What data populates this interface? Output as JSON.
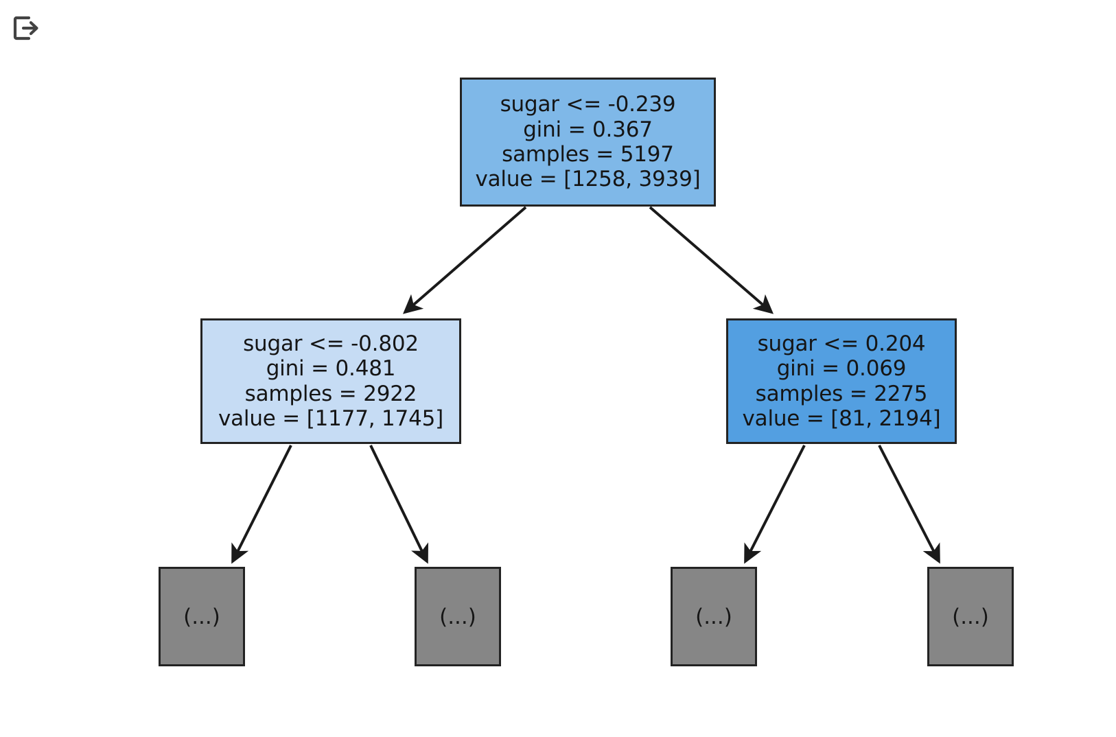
{
  "toolbar": {
    "export_icon_name": "export-icon",
    "export_icon_title": "Export"
  },
  "colors": {
    "background": "#ffffff",
    "edge": "#1a1a1a",
    "node_border": "#232323",
    "root_fill": "#7fb8e8",
    "left_child_fill": "#c6dcf4",
    "right_child_fill": "#539fe1",
    "leaf_fill": "#868686",
    "text": "#151515",
    "icon": "#434343"
  },
  "chart_data": {
    "type": "diagram",
    "diagram_type": "decision-tree",
    "title": "",
    "feature_names": [
      "sugar"
    ],
    "criterion": "gini",
    "class_count": 2,
    "truncated_leaf_label": "(...)",
    "nodes": [
      {
        "id": "root",
        "depth": 0,
        "kind": "split",
        "condition": "sugar <= -0.239",
        "gini": "gini = 0.367",
        "samples": "samples = 5197",
        "value": "value = [1258, 3939]",
        "gini_value": 0.367,
        "samples_value": 5197,
        "class_values": [
          1258,
          3939
        ],
        "fill": "#7fb8e8"
      },
      {
        "id": "left",
        "depth": 1,
        "kind": "split",
        "condition": "sugar <= -0.802",
        "gini": "gini = 0.481",
        "samples": "samples = 2922",
        "value": "value = [1177, 1745]",
        "gini_value": 0.481,
        "samples_value": 2922,
        "class_values": [
          1177,
          1745
        ],
        "fill": "#c6dcf4"
      },
      {
        "id": "right",
        "depth": 1,
        "kind": "split",
        "condition": "sugar <= 0.204",
        "gini": "gini = 0.069",
        "samples": "samples = 2275",
        "value": "value = [81, 2194]",
        "gini_value": 0.069,
        "samples_value": 2275,
        "class_values": [
          81,
          2194
        ],
        "fill": "#539fe1"
      },
      {
        "id": "leaf-1",
        "depth": 2,
        "kind": "truncated",
        "label": "(...)",
        "fill": "#868686"
      },
      {
        "id": "leaf-2",
        "depth": 2,
        "kind": "truncated",
        "label": "(...)",
        "fill": "#868686"
      },
      {
        "id": "leaf-3",
        "depth": 2,
        "kind": "truncated",
        "label": "(...)",
        "fill": "#868686"
      },
      {
        "id": "leaf-4",
        "depth": 2,
        "kind": "truncated",
        "label": "(...)",
        "fill": "#868686"
      }
    ],
    "edges": [
      {
        "from": "root",
        "to": "left",
        "branch": "True"
      },
      {
        "from": "root",
        "to": "right",
        "branch": "False"
      },
      {
        "from": "left",
        "to": "leaf-1",
        "branch": "True"
      },
      {
        "from": "left",
        "to": "leaf-2",
        "branch": "False"
      },
      {
        "from": "right",
        "to": "leaf-3",
        "branch": "True"
      },
      {
        "from": "right",
        "to": "leaf-4",
        "branch": "False"
      }
    ]
  }
}
